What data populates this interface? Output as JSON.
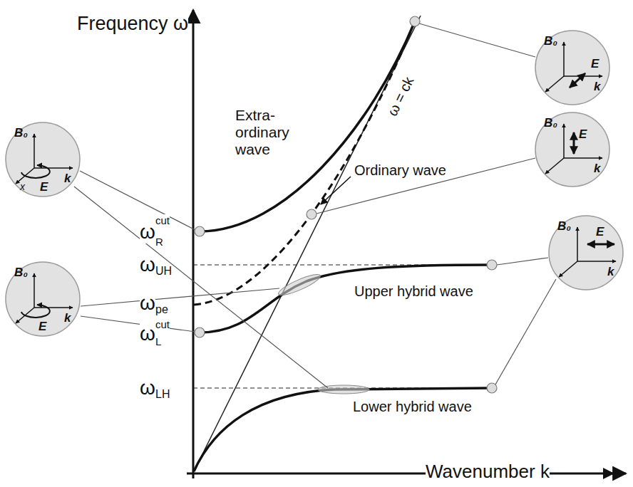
{
  "diagram": {
    "nodes": [
      {
        "text": [
          "B₀",
          "E",
          "k"
        ]
      },
      {
        "text": [
          "B₀",
          "E",
          "k"
        ]
      },
      {
        "text": [
          "B₀",
          "E",
          "k"
        ]
      },
      {
        "text": [
          "B₀",
          "k",
          "x",
          "E"
        ]
      },
      {
        "text": [
          "B₀",
          "E",
          "k"
        ]
      }
    ],
    "labels": [
      "Frequency ω",
      "Wavenumber k",
      "Extra-ordinary wave",
      "ω = ck",
      "Ordinary wave",
      "Upper hybrid wave",
      "Lower hybrid wave",
      "ω",
      "R",
      "cut",
      "ω",
      "UH",
      "ω",
      "pe",
      "ω",
      "L",
      "cut",
      "ω",
      "LH"
    ]
  }
}
